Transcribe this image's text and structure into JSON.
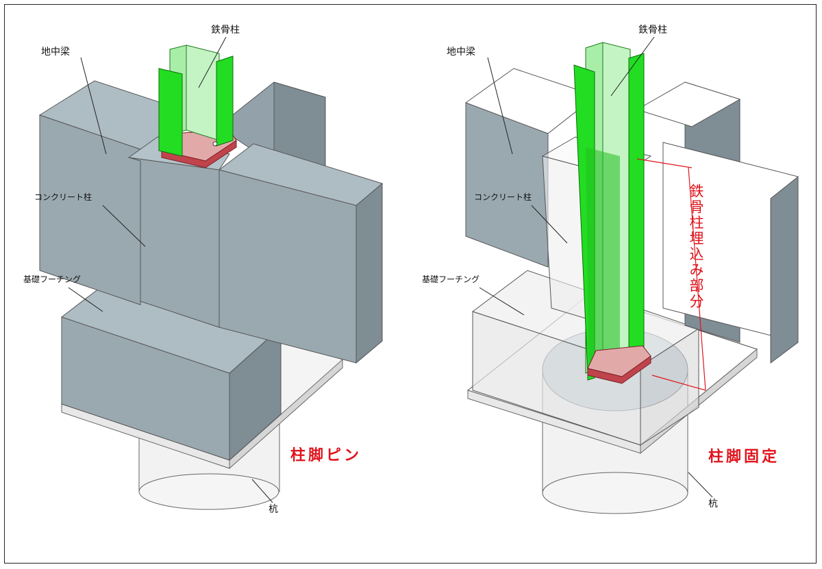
{
  "left": {
    "label_steel_column": "鉄骨柱",
    "label_ground_beam": "地中梁",
    "label_concrete_column": "コンクリート柱",
    "label_footing": "基礎フーチング",
    "label_pile": "杭",
    "caption": "柱脚ピン"
  },
  "right": {
    "label_steel_column": "鉄骨柱",
    "label_ground_beam": "地中梁",
    "label_concrete_column": "コンクリート柱",
    "label_footing": "基礎フーチング",
    "label_pile": "杭",
    "caption": "柱脚固定",
    "embedded_label": "鉄骨柱埋込み部分"
  },
  "colors": {
    "concrete_front": "#9aa9b0",
    "concrete_side": "#7f8d95",
    "concrete_top": "#aebcc3",
    "steel_green": "#22dd22",
    "steel_light": "#a8eea8",
    "base_plate": "#e2a9a9",
    "base_plate_edge": "#c0444c",
    "annotation_red": "#e0141c"
  }
}
